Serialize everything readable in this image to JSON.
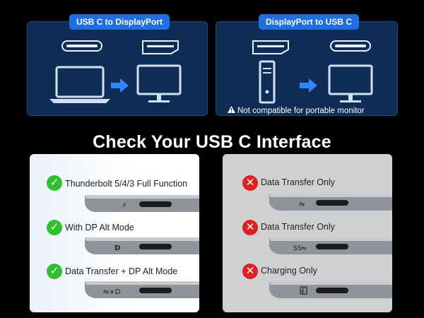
{
  "top": {
    "left_title": "USB C to DisplayPort",
    "right_title": "DisplayPort to USB C",
    "warning": "Not compatible for portable monitor"
  },
  "headline": "Check Your USB C Interface",
  "compatible": [
    {
      "label": "Thunderbolt 5/4/3 Full Function",
      "port_symbol": "thunderbolt-icon"
    },
    {
      "label": "With DP Alt Mode",
      "port_symbol": "displayport-icon"
    },
    {
      "label": "Data Transfer + DP Alt Mode",
      "port_symbol": "usb-plus-dp-icon"
    }
  ],
  "incompatible": [
    {
      "label": "Data Transfer Only",
      "port_symbol": "usb-icon"
    },
    {
      "label": "Data Transfer Only",
      "port_symbol": "ss-usb-icon"
    },
    {
      "label": "Charging Only",
      "port_symbol": "battery-icon"
    }
  ],
  "colors": {
    "panel_bg": "#0f2c57",
    "pill_bg": "#1f6fe0",
    "arrow": "#2f86ff",
    "check": "#2fbf2f",
    "cross": "#e02020"
  }
}
